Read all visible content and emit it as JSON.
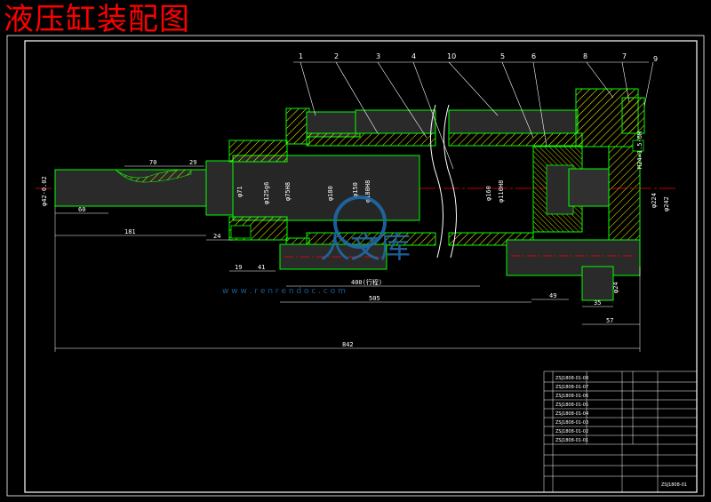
{
  "title": "液压缸装配图",
  "callouts": [
    "1",
    "2",
    "3",
    "4",
    "10",
    "5",
    "6",
    "8",
    "7",
    "9"
  ],
  "dims": {
    "d70": "70",
    "d29": "29",
    "d60": "60",
    "d181": "181",
    "d24": "24",
    "d19": "19",
    "d41": "41",
    "d400": "400(行程)",
    "d505": "505",
    "d49": "49",
    "d35": "35",
    "d57": "57",
    "d842": "842",
    "phi42": "φ42-0.02",
    "phi71": "φ71",
    "phi125": "φ125g6",
    "phi75": "φ75H8",
    "phi180": "φ180",
    "phi150": "φ150",
    "phi180b": "φ180H8",
    "phi160": "φ160",
    "phi110": "φ110H8",
    "phi224": "φ224",
    "phi242": "φ242",
    "m": "M24×1.5-6H",
    "phi24": "φ24"
  },
  "watermark": {
    "text": "人文库",
    "url": "w w w . r e n r e n d o c . c o m"
  },
  "title_block": {
    "drawing_no": "ZSJ1808-01",
    "rows": [
      "ZSJ1808-01-08",
      "ZSJ1808-01-07",
      "ZSJ1808-01-06",
      "ZSJ1808-01-05",
      "ZSJ1808-01-04",
      "ZSJ1808-01-03",
      "ZSJ1808-01-02",
      "ZSJ1808-01-01"
    ]
  },
  "colors": {
    "title": "#ff0000",
    "outline": "#00ff00",
    "hatch": "#ffff00",
    "dimension": "#ffffff",
    "centerline": "#ff0000",
    "body": "#2a2a2a"
  }
}
